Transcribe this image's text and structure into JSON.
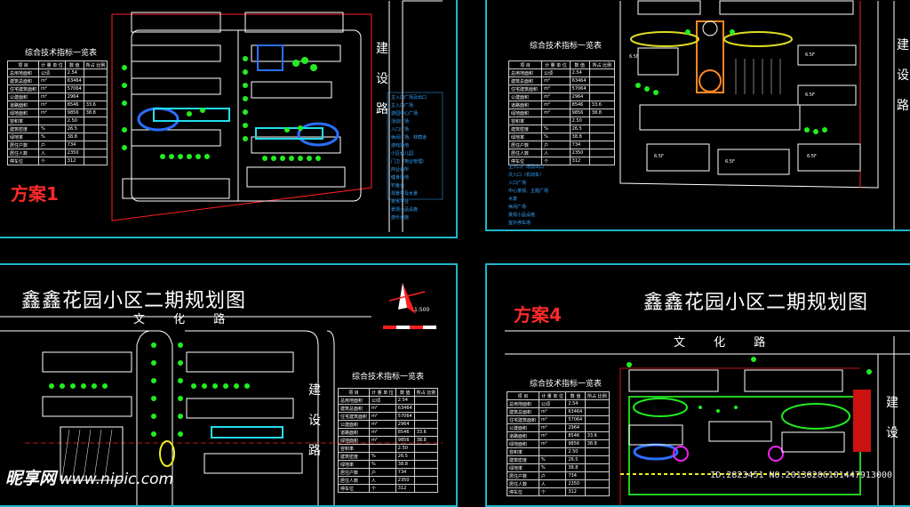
{
  "panels": {
    "p1": {
      "scheme_label": "方案1",
      "table_title": "综合技术指标一览表",
      "table_headers": [
        "项 目",
        "计 量 单 位",
        "数 值",
        "所占 比例"
      ],
      "road_east": [
        "建",
        "设",
        "路"
      ],
      "legend": [
        "主入口广场及出口",
        "主入口广场",
        "游园中心广场",
        "活动广场",
        "入口广场",
        "休闲广场、林荫道",
        "游戏场地",
        "小区幼儿园",
        "门卫（物业管理）",
        "商业会所",
        "健身场地",
        "钓鱼台",
        "观景亭及水景",
        "亲水平台",
        "景观小品设施",
        "游乐设施"
      ]
    },
    "p2": {
      "table_title": "综合技术指标一览表",
      "table_headers": [
        "项 目",
        "计 量 单 位",
        "数 值",
        "所占 比例"
      ],
      "road_east": [
        "建",
        "设",
        "路"
      ],
      "legend": [
        "主入口广场及出口",
        "次入口（机动车）",
        "入口广场",
        "中心景观、主题广场",
        "水景",
        "休闲广场",
        "景观小品设施",
        "室外停车场"
      ],
      "building_labels": [
        "6.5F",
        "6.5F",
        "6.5F",
        "6.5F",
        "6.5F",
        "6.5F"
      ]
    },
    "p3": {
      "title": "鑫鑫花园小区二期规划图",
      "road_north": "文 化 路",
      "road_east": [
        "建",
        "设",
        "路"
      ],
      "table_title": "综合技术指标一览表",
      "table_headers": [
        "项 目",
        "计 量 单 位",
        "数 值",
        "所占 比例"
      ],
      "scale": "1:500"
    },
    "p4": {
      "scheme_label": "方案4",
      "title": "鑫鑫花园小区二期规划图",
      "road_north": "文 化 路",
      "road_east": [
        "建",
        "设"
      ],
      "table_title": "综合技术指标一览表",
      "table_headers": [
        "项 目",
        "计 量 单 位",
        "数 值",
        "所占 比例"
      ]
    }
  },
  "table_rows": [
    [
      "总用地面积",
      "公顷",
      "2.54",
      ""
    ],
    [
      "建筑总面积",
      "m²",
      "63464",
      ""
    ],
    [
      "住宅建筑面积",
      "m²",
      "57064",
      ""
    ],
    [
      "公建面积",
      "m²",
      "2964",
      ""
    ],
    [
      "道路面积",
      "m²",
      "8546",
      "33.6"
    ],
    [
      "绿地面积",
      "m²",
      "9856",
      "38.8"
    ],
    [
      "容积率",
      "",
      "2.50",
      ""
    ],
    [
      "建筑密度",
      "%",
      "26.5",
      ""
    ],
    [
      "绿地率",
      "%",
      "38.8",
      ""
    ],
    [
      "居住户数",
      "户",
      "734",
      ""
    ],
    [
      "居住人数",
      "人",
      "2350",
      ""
    ],
    [
      "停车位",
      "个",
      "312",
      ""
    ]
  ],
  "watermark": {
    "logo": "昵享网",
    "url": "www.nipic.com"
  },
  "image_id": "ID:2823451 NO:20130206101447913000",
  "colors": {
    "frame": "#1fb6c9",
    "background": "#000000",
    "building": "#ffffff",
    "tree": "#22ee22",
    "red_boundary": "#ff2020",
    "legend": "#37a6ff",
    "plaza": "#2a6fff"
  }
}
